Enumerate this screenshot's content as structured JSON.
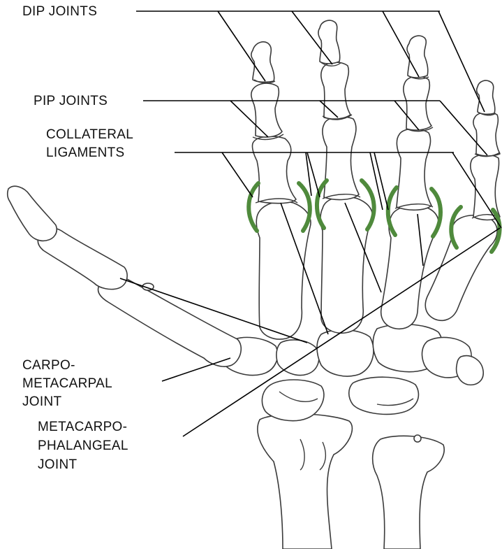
{
  "colors": {
    "ligament": "#4f8a3c",
    "bone_outline": "#3a3a3a",
    "leader": "#000000",
    "background": "#ffffff"
  },
  "labels": {
    "dip": "DIP JOINTS",
    "pip": "PIP JOINTS",
    "collateral": [
      "COLLATERAL",
      "LIGAMENTS"
    ],
    "cmc": [
      "CARPO-",
      "METACARPAL",
      "JOINT"
    ],
    "mcp": [
      "METACARPO-",
      "PHALANGEAL",
      "JOINT"
    ]
  }
}
